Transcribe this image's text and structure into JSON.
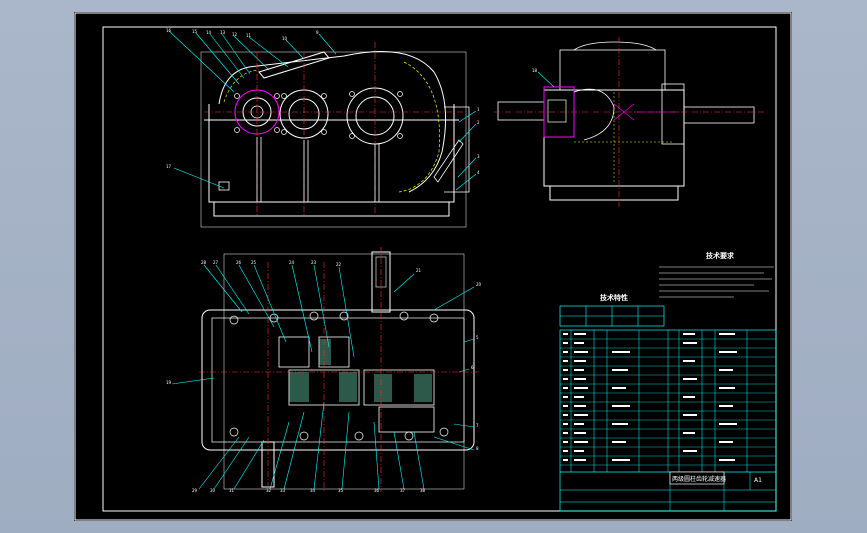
{
  "drawing": {
    "technical_requirements_title": "技术要求",
    "technical_features_title": "技术特性",
    "title_block_name": "两级圆柱齿轮减速器",
    "sheet_size": "A1"
  },
  "colors": {
    "background": "#000000",
    "outline": "#ffffff",
    "leader": "#00ffff",
    "centerline": "#ff3030",
    "detail": "#ff00ff",
    "hidden": "#ffff00",
    "table": "#00ffff",
    "hatch": "#7fffd4"
  }
}
